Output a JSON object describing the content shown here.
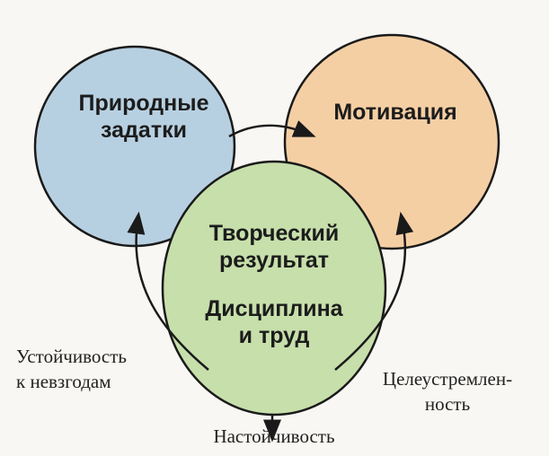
{
  "colors": {
    "left": "#b7d0e1",
    "right": "#f5cfa4",
    "center": "#c7dfab",
    "stroke": "#1a1a1a"
  },
  "circles": {
    "left": {
      "line1": "Природные",
      "line2": "задатки"
    },
    "right": {
      "label": "Мотивация"
    },
    "center": {
      "line1": "Творческий",
      "line2": "результат",
      "line3": "Дисциплина",
      "line4": "и труд"
    }
  },
  "labels": {
    "left_line1": "Устойчивость",
    "left_line2": "к невзгодам",
    "right_line1": "Целеустремлен-",
    "right_line2": "ность",
    "bottom": "Настойчивость"
  }
}
